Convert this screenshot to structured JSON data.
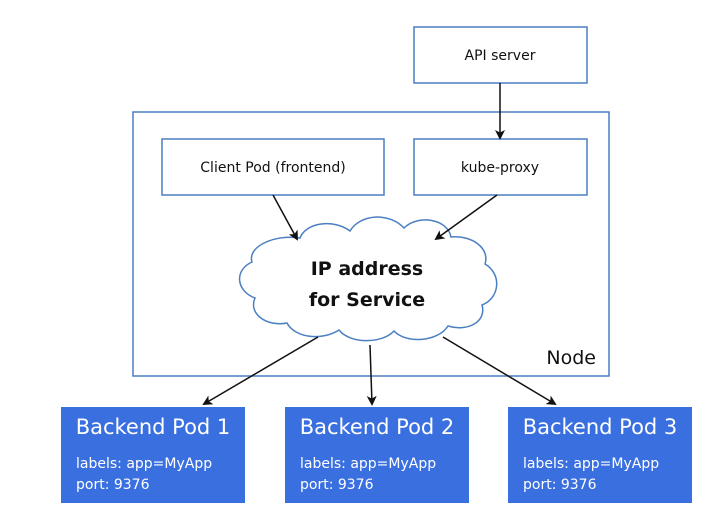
{
  "api_server": {
    "label": "API server"
  },
  "node": {
    "label": "Node",
    "client_pod": {
      "label": "Client Pod (frontend)"
    },
    "kube_proxy": {
      "label": "kube-proxy"
    },
    "service_ip": {
      "line1": "IP address",
      "line2": "for Service"
    }
  },
  "backend_pods": [
    {
      "title": "Backend Pod 1",
      "labels": "labels: app=MyApp",
      "port": "port: 9376"
    },
    {
      "title": "Backend Pod 2",
      "labels": "labels: app=MyApp",
      "port": "port: 9376"
    },
    {
      "title": "Backend Pod 3",
      "labels": "labels: app=MyApp",
      "port": "port: 9376"
    }
  ],
  "colors": {
    "outline": "#4a7fc2",
    "pod_fill": "#3a6fe0",
    "arrow": "#111111"
  }
}
